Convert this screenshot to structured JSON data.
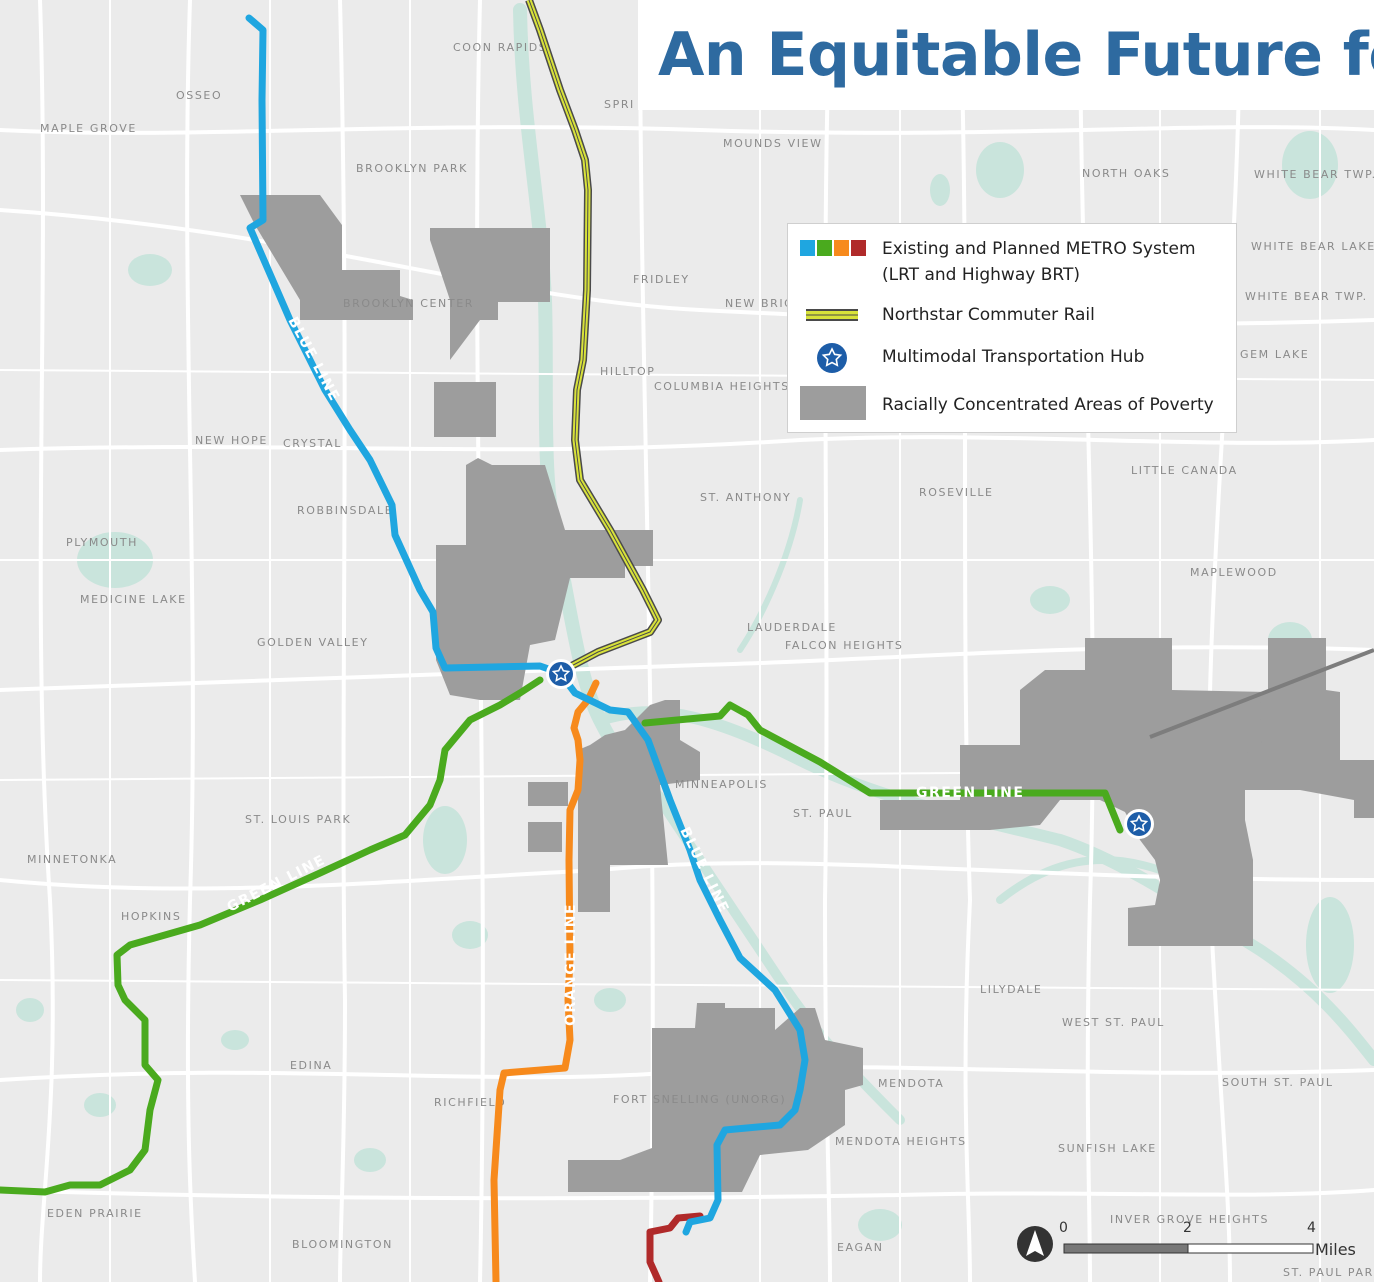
{
  "title": "An Equitable Future for",
  "colors": {
    "blue_line": "#1fa6e0",
    "green_line": "#4aaa1e",
    "orange_line": "#f78a1c",
    "red_line": "#b02a2a",
    "northstar": "#d8e23a",
    "poverty_area": "#9d9d9d",
    "hub": "#1d5da8",
    "title": "#2e6aa0"
  },
  "legend": {
    "metro": "Existing and Planned METRO System",
    "metro_sub": "(LRT and Highway BRT)",
    "northstar": "Northstar Commuter Rail",
    "hub": "Multimodal Transportation Hub",
    "poverty": "Racially Concentrated Areas of Poverty"
  },
  "line_labels": {
    "blue_north": "BLUE LINE",
    "blue_south": "BLUE LINE",
    "green_east": "GREEN LINE",
    "green_west": "GREEN LINE",
    "orange": "ORANGE LINE"
  },
  "places": {
    "coon_rapids": "COON RAPIDS",
    "osseo": "OSSEO",
    "maple_grove": "MAPLE GROVE",
    "spring_lake_park": "SPRI",
    "mounds_view": "MOUNDS VIEW",
    "brooklyn_park": "BROOKLYN PARK",
    "north_oaks": "NORTH OAKS",
    "white_bear_twp": "WHITE BEAR TWP.",
    "white_bear_lake": "WHITE BEAR LAKE",
    "white_bear_twp2": "WHITE BEAR TWP.",
    "fridley": "FRIDLEY",
    "brooklyn_center": "BROOKLYN CENTER",
    "new_brighton": "NEW BRIG",
    "gem_lake": "GEM LAKE",
    "hilltop": "HILLTOP",
    "columbia_heights": "COLUMBIA HEIGHTS",
    "new_hope": "NEW HOPE",
    "crystal": "CRYSTAL",
    "little_canada": "LITTLE CANADA",
    "st_anthony": "ST. ANTHONY",
    "roseville": "ROSEVILLE",
    "robbinsdale": "ROBBINSDALE",
    "plymouth": "PLYMOUTH",
    "maplewood": "MAPLEWOOD",
    "medicine_lake": "MEDICINE LAKE",
    "lauderdale": "LAUDERDALE",
    "falcon_heights": "FALCON HEIGHTS",
    "golden_valley": "GOLDEN VALLEY",
    "minneapolis": "MINNEAPOLIS",
    "st_louis_park": "ST. LOUIS PARK",
    "st_paul": "ST. PAUL",
    "minnetonka": "MINNETONKA",
    "hopkins": "HOPKINS",
    "lilydale": "LILYDALE",
    "west_st_paul": "WEST ST. PAUL",
    "edina": "EDINA",
    "mendota": "MENDOTA",
    "south_st_paul": "SOUTH ST. PAUL",
    "richfield": "RICHFIELD",
    "fort_snelling": "FORT SNELLING (UNORG)",
    "mendota_heights": "MENDOTA HEIGHTS",
    "sunfish_lake": "SUNFISH LAKE",
    "eden_prairie": "EDEN PRAIRIE",
    "inver_grove_heights": "INVER GROVE HEIGHTS",
    "bloomington": "BLOOMINGTON",
    "eagan": "EAGAN",
    "st_paul_park": "ST. PAUL PARK"
  },
  "scale_bar": {
    "zero": "0",
    "mid": "2",
    "max": "4",
    "unit": "Miles"
  }
}
